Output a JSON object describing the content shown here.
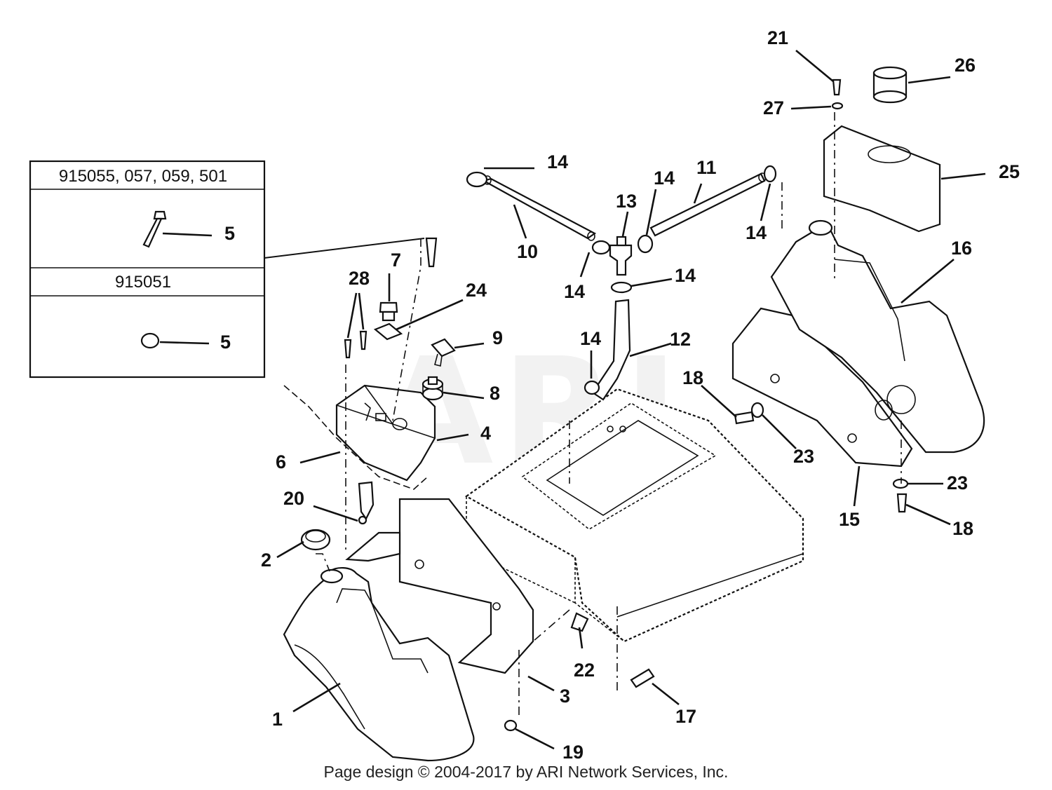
{
  "watermark": "ARI",
  "copyright": "Page design © 2004-2017 by ARI Network Services, Inc.",
  "inset": {
    "model_rows": [
      {
        "models": "915055, 057, 059, 501",
        "part_ref": "5"
      },
      {
        "models": "915051",
        "part_ref": "5"
      }
    ]
  },
  "callouts": [
    {
      "id": "c1",
      "label": "1"
    },
    {
      "id": "c2",
      "label": "2"
    },
    {
      "id": "c3",
      "label": "3"
    },
    {
      "id": "c4",
      "label": "4"
    },
    {
      "id": "c6",
      "label": "6"
    },
    {
      "id": "c7",
      "label": "7"
    },
    {
      "id": "c8",
      "label": "8"
    },
    {
      "id": "c9",
      "label": "9"
    },
    {
      "id": "c10",
      "label": "10"
    },
    {
      "id": "c11",
      "label": "11"
    },
    {
      "id": "c12",
      "label": "12"
    },
    {
      "id": "c13",
      "label": "13"
    },
    {
      "id": "c14a",
      "label": "14"
    },
    {
      "id": "c14b",
      "label": "14"
    },
    {
      "id": "c14c",
      "label": "14"
    },
    {
      "id": "c14d",
      "label": "14"
    },
    {
      "id": "c14e",
      "label": "14"
    },
    {
      "id": "c14f",
      "label": "14"
    },
    {
      "id": "c15",
      "label": "15"
    },
    {
      "id": "c16",
      "label": "16"
    },
    {
      "id": "c17",
      "label": "17"
    },
    {
      "id": "c18a",
      "label": "18"
    },
    {
      "id": "c18b",
      "label": "18"
    },
    {
      "id": "c19",
      "label": "19"
    },
    {
      "id": "c20",
      "label": "20"
    },
    {
      "id": "c21",
      "label": "21"
    },
    {
      "id": "c22",
      "label": "22"
    },
    {
      "id": "c23a",
      "label": "23"
    },
    {
      "id": "c23b",
      "label": "23"
    },
    {
      "id": "c24",
      "label": "24"
    },
    {
      "id": "c25",
      "label": "25"
    },
    {
      "id": "c26",
      "label": "26"
    },
    {
      "id": "c27",
      "label": "27"
    },
    {
      "id": "c28",
      "label": "28"
    }
  ]
}
